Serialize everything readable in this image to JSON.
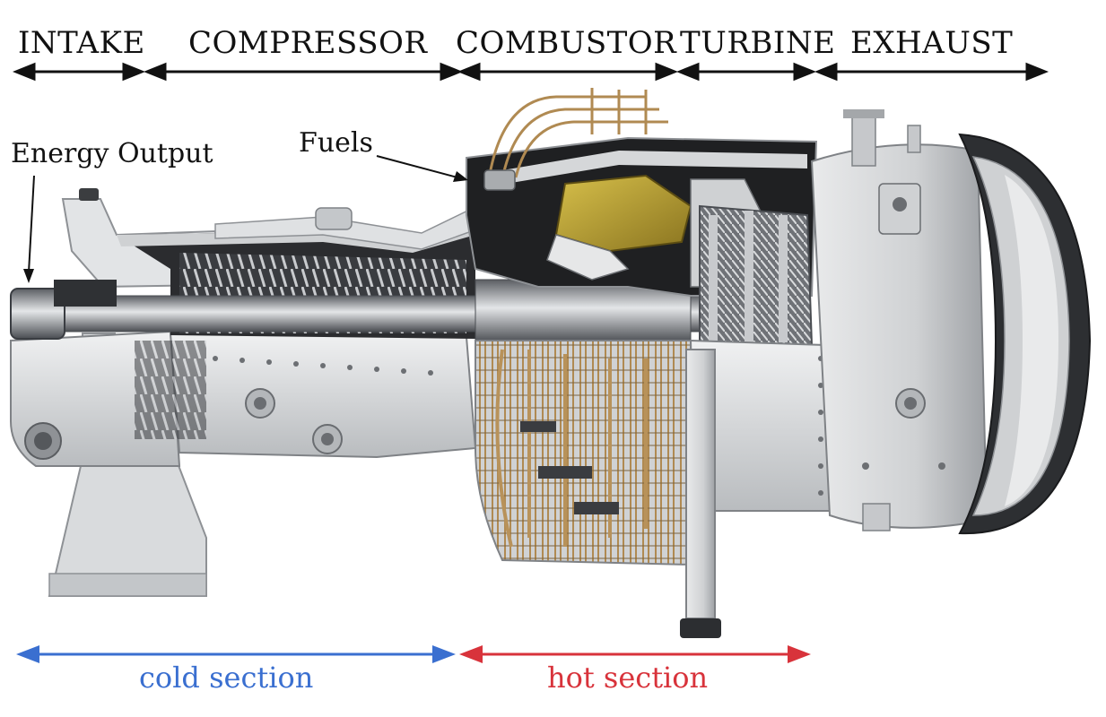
{
  "sections": [
    {
      "id": "intake",
      "label": "INTAKE"
    },
    {
      "id": "compressor",
      "label": "COMPRESSOR"
    },
    {
      "id": "combustor",
      "label": "COMBUSTOR"
    },
    {
      "id": "turbine",
      "label": "TURBINE"
    },
    {
      "id": "exhaust",
      "label": "EXHAUST"
    }
  ],
  "annotations": {
    "energy_output": "Energy Output",
    "fuels": "Fuels"
  },
  "bands": {
    "cold": {
      "label": "cold section",
      "color": "#3a6fd0"
    },
    "hot": {
      "label": "hot section",
      "color": "#d8333b"
    }
  },
  "colors": {
    "arrow": "#111111",
    "casing": "#d7d9db",
    "shaft": "#8a8d92",
    "interior": "#2a2a2a",
    "combustion_liner": "#b59a2a",
    "piping": "#b8925a"
  }
}
